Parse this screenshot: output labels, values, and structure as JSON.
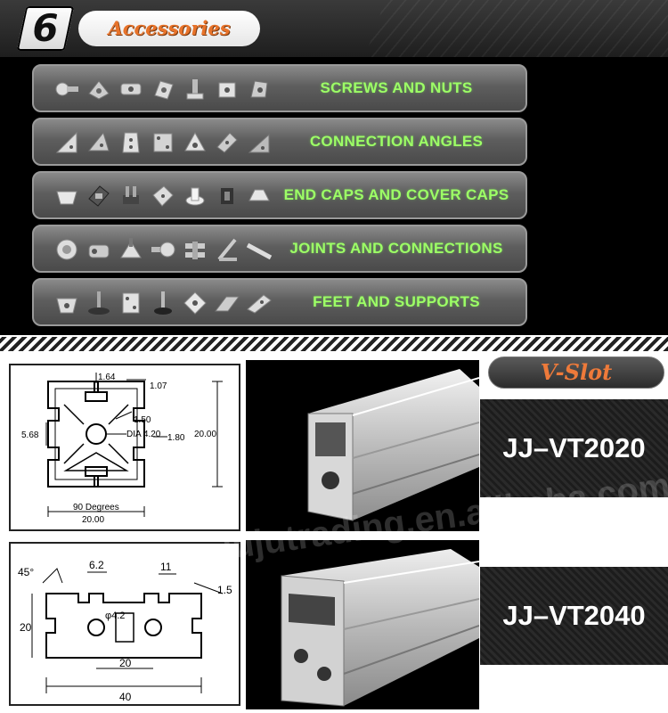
{
  "header": {
    "section_number": "6",
    "section_title": "Accessories"
  },
  "accessories": [
    {
      "label": "SCREWS AND NUTS",
      "icon": "screw-nut-icon"
    },
    {
      "label": "CONNECTION ANGLES",
      "icon": "angle-bracket-icon"
    },
    {
      "label": "END CAPS AND COVER CAPS",
      "icon": "end-cap-icon"
    },
    {
      "label": "JOINTS AND CONNECTIONS",
      "icon": "joint-icon"
    },
    {
      "label": "FEET AND SUPPORTS",
      "icon": "foot-support-icon"
    }
  ],
  "vslot_label": "V-Slot",
  "products": [
    {
      "code": "JJ–VT2020",
      "dims": {
        "d1": "1.64",
        "d2": "1.07",
        "d3": "5.68",
        "d4": "1.50",
        "d5": "DIA 4.20",
        "d6": "1.80",
        "d7": "20.00",
        "d8": "90 Degrees",
        "d9": "20.00"
      }
    },
    {
      "code": "JJ–VT2040",
      "dims": {
        "d1": "45°",
        "d2": "6.2",
        "d3": "11",
        "d4": "1.5",
        "d5": "φ4.2",
        "d6": "20",
        "d7": "20",
        "d8": "40"
      }
    }
  ],
  "watermark": "jujutrading.en.alibaba.com",
  "colors": {
    "accent_orange": "#e8732a",
    "label_green": "#9dff66",
    "header_dark": "#2a2a2a"
  }
}
